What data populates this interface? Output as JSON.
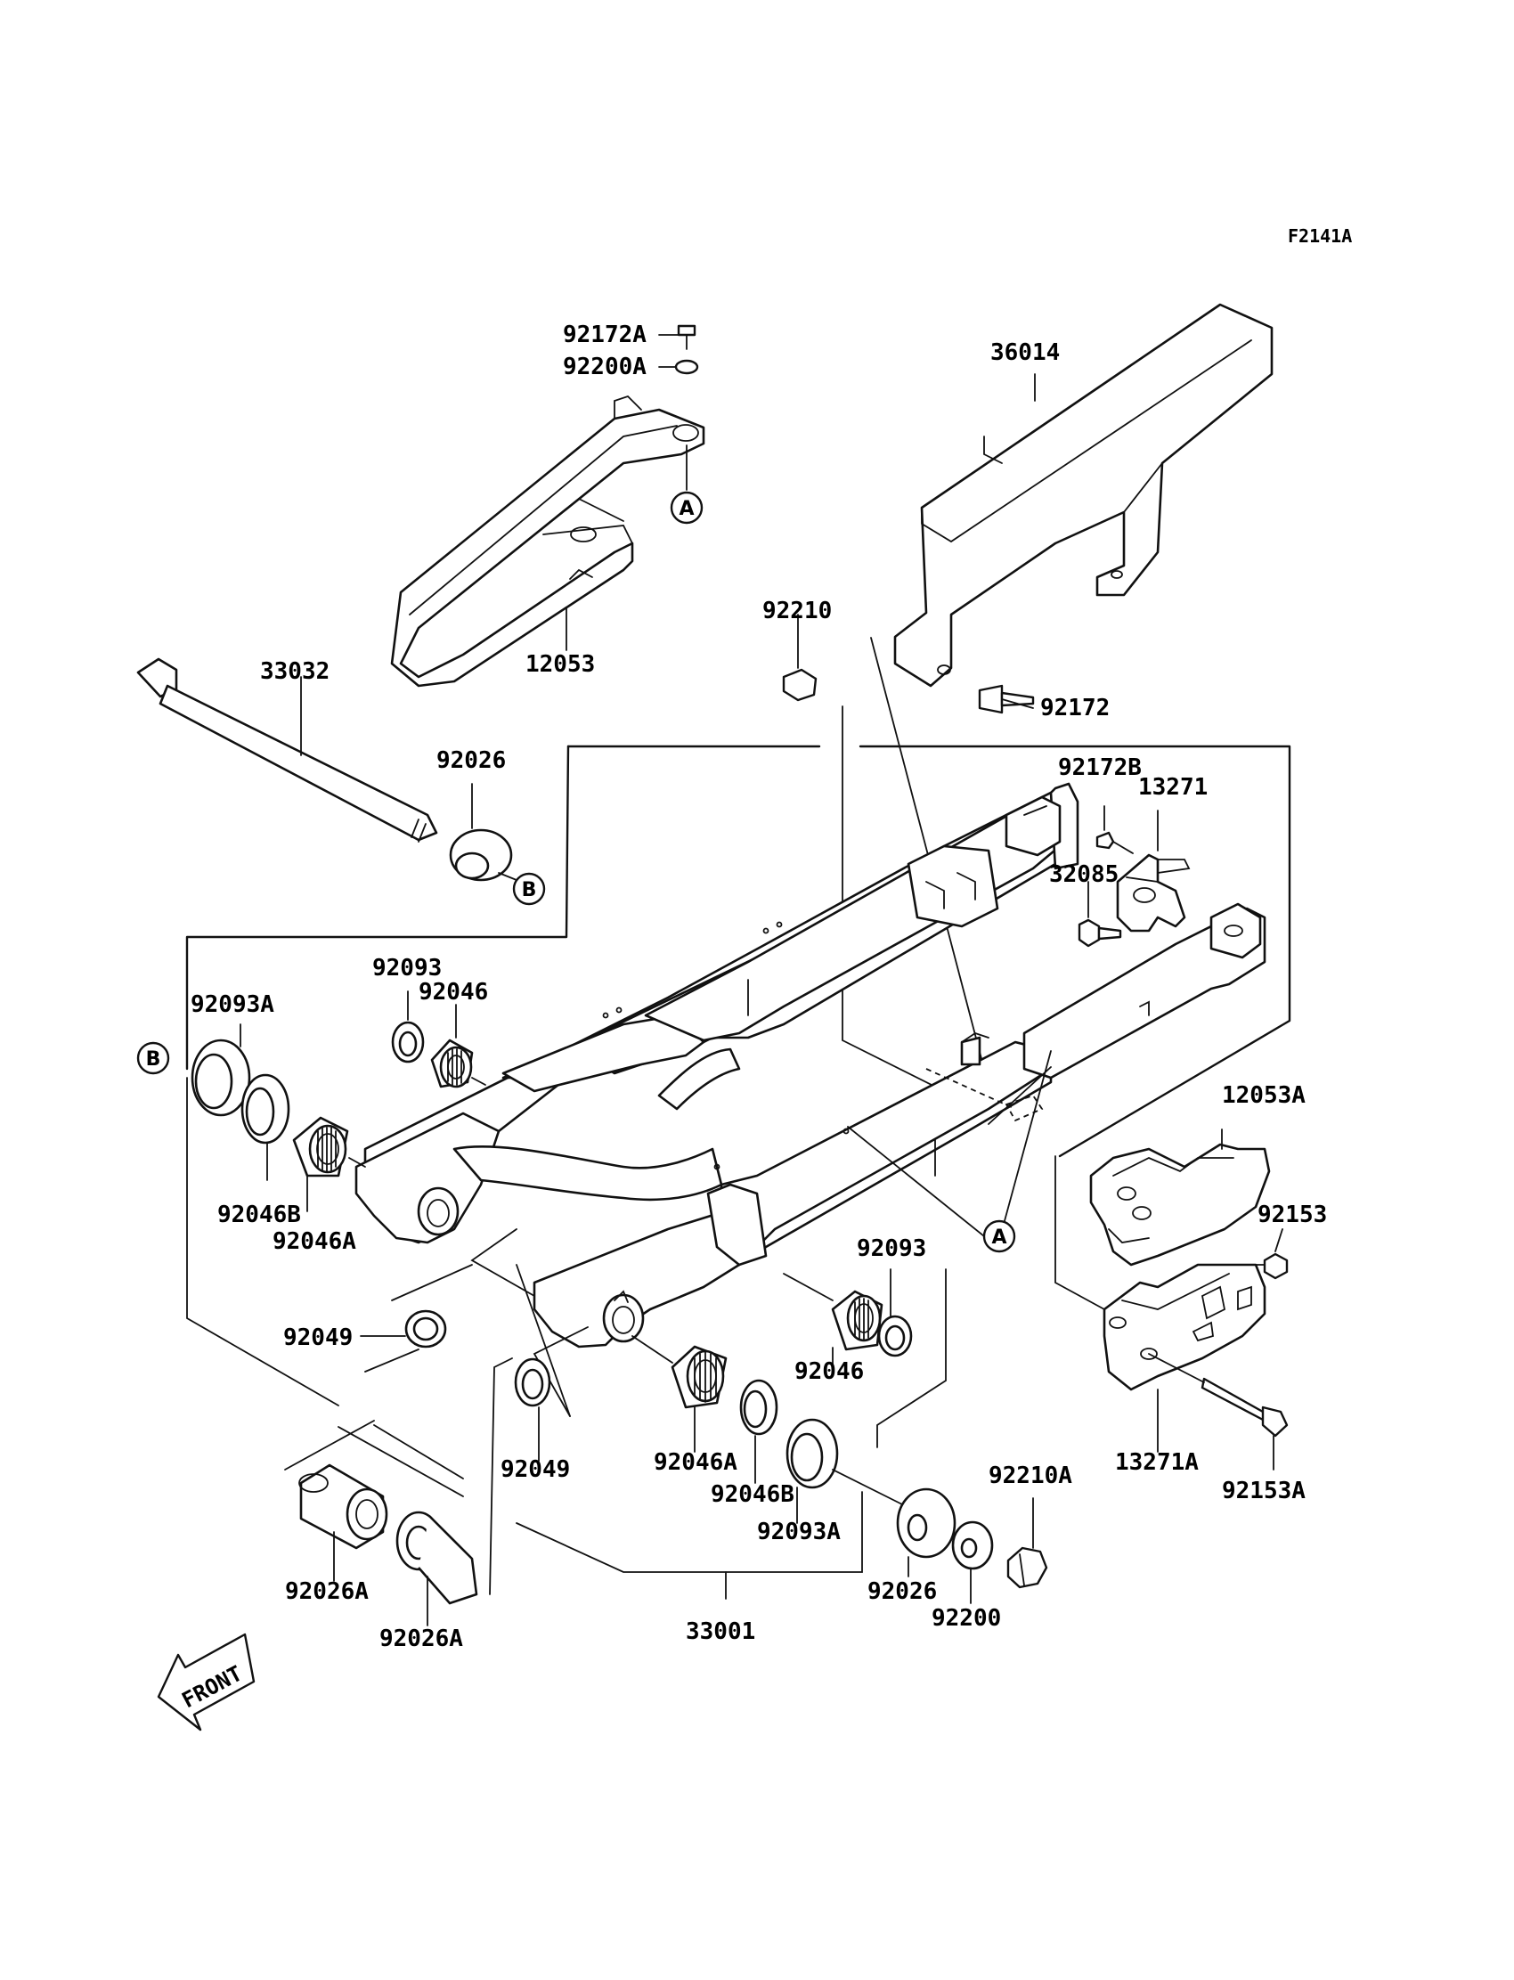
{
  "diagram_code": "F2141A",
  "front_label": "FRONT",
  "refs": {
    "a": "A",
    "b": "B"
  },
  "parts": {
    "p92172A": "92172A",
    "p92200A": "92200A",
    "p36014": "36014",
    "p12053": "12053",
    "p92210": "92210",
    "p33032": "33032",
    "p92172": "92172",
    "p92026_top": "92026",
    "p92172B": "92172B",
    "p13271": "13271",
    "p32085": "32085",
    "p92093_top": "92093",
    "p92046_top": "92046",
    "p92093A_left": "92093A",
    "p92046B_left": "92046B",
    "p92046A_left": "92046A",
    "p12053A": "12053A",
    "p92153": "92153",
    "p92093_right": "92093",
    "p92049_left": "92049",
    "p92046_right": "92046",
    "p92049_mid": "92049",
    "p92046A_right": "92046A",
    "p92046B_right": "92046B",
    "p92093A_right": "92093A",
    "p13271A": "13271A",
    "p92153A": "92153A",
    "p92210A": "92210A",
    "p92026A_left": "92026A",
    "p92026_bottom": "92026",
    "p92200": "92200",
    "p92026A_right": "92026A",
    "p33001": "33001"
  }
}
